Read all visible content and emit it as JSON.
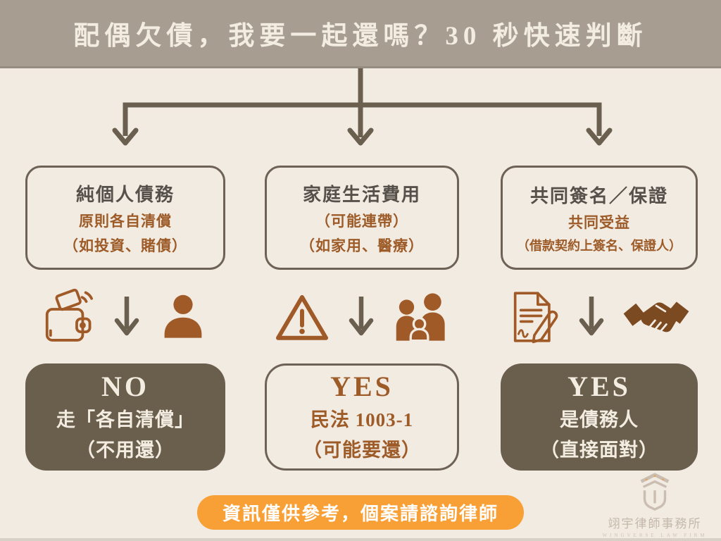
{
  "header": {
    "title": "配偶欠債，我要一起還嗎？30 秒快速判斷"
  },
  "columns": [
    {
      "box": {
        "title": "純個人債務",
        "line2": "原則各自清償",
        "line3": "（如投資、賭債）"
      },
      "icon_left": "wallet-icon",
      "icon_right": "person-icon",
      "result": {
        "variant": "solid",
        "verdict": "NO",
        "line2": "走「各自清償」",
        "line3": "（不用還）"
      }
    },
    {
      "box": {
        "title": "家庭生活費用",
        "line2": "（可能連帶）",
        "line3": "（如家用、醫療）"
      },
      "icon_left": "warning-icon",
      "icon_right": "family-icon",
      "result": {
        "variant": "outline",
        "verdict": "YES",
        "line2": "民法 1003-1",
        "line3": "（可能要還）"
      }
    },
    {
      "box": {
        "title": "共同簽名／保證",
        "line2": "共同受益",
        "line3": "（借款契約上簽名、保證人）"
      },
      "icon_left": "contract-icon",
      "icon_right": "handshake-icon",
      "result": {
        "variant": "solid",
        "verdict": "YES",
        "line2": "是債務人",
        "line3": "（直接面對）"
      }
    }
  ],
  "disclaimer": {
    "text": "資訊僅供參考，個案請諮詢律師"
  },
  "logo": {
    "name": "翊宇律師事務所",
    "tagline": "WINGVERSE  LAW  FIRM"
  },
  "colors": {
    "background": "#f2ebe2",
    "header_bg": "#a79d90",
    "header_text": "#f3ece1",
    "connector": "#6b604f",
    "box_border": "#6d6255",
    "box_title_text": "#56504a",
    "accent_rust": "#9d5b28",
    "result_solid_bg": "#6a5e4d",
    "result_solid_text": "#f3ece1",
    "disclaimer_bg": "#f89f35",
    "disclaimer_text": "#ffffff",
    "handshake_brown": "#7c4a21",
    "logo_tint": "#c3b8aa"
  }
}
